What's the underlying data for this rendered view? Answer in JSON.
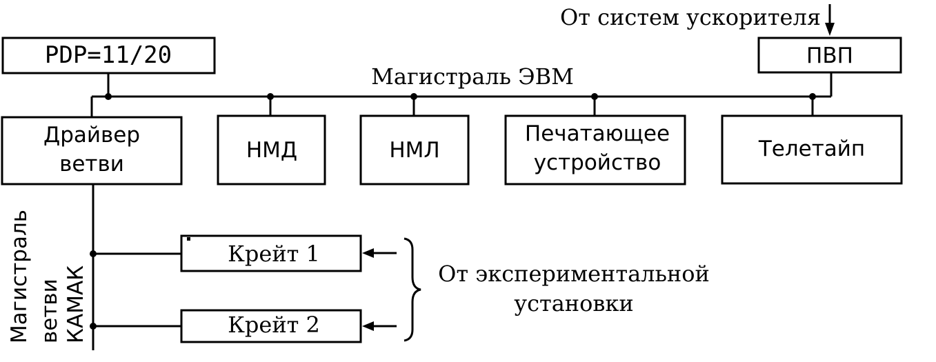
{
  "source_label": "От систем ускорителя",
  "bus_label": "Магистраль ЭВМ",
  "computer": "PDP=11/20",
  "pvp": "ПВП",
  "driver": [
    "Драйвер",
    "ветви"
  ],
  "devices": {
    "nmd": "НМД",
    "nml": "НМЛ",
    "printer": [
      "Печатающее",
      "устройство"
    ],
    "teletype": "Телетайп"
  },
  "camac_bus": [
    "Магистраль",
    "ветви",
    "КАМАК"
  ],
  "crates": [
    "Крейт 1",
    "Крейт 2"
  ],
  "experiment_label": [
    "От экспериментальной",
    "установки"
  ]
}
